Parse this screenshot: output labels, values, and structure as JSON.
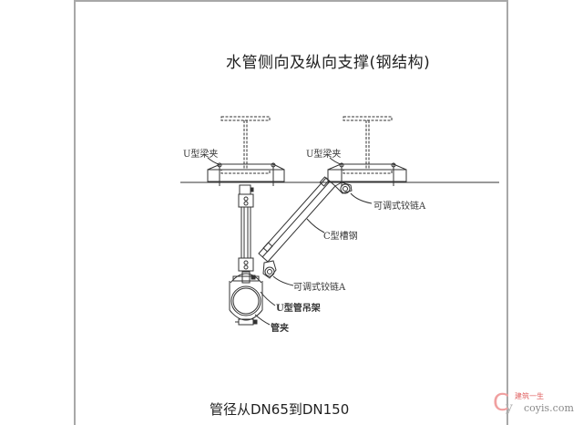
{
  "title": "水管侧向及纵向支撑(钢结构)",
  "footer": "管径从DN65到DN150",
  "labels": {
    "u_beam_clamp_left": "U型梁夹",
    "u_beam_clamp_right": "U型梁夹",
    "hinge_top": "可调式铰链A",
    "c_channel": "C型槽钢",
    "hinge_bottom": "可调式铰链A",
    "u_pipe_hanger": "U型管吊架",
    "pipe_clamp": "管夹"
  },
  "watermark": {
    "logo_letter": "C",
    "logo_sub": "y",
    "brand_cn": "建筑一生",
    "url": "coyis.com",
    "logo_color": "#f0a0a0"
  },
  "colors": {
    "line": "#333333",
    "frame": "#a8a8a8",
    "background": "#ffffff"
  }
}
